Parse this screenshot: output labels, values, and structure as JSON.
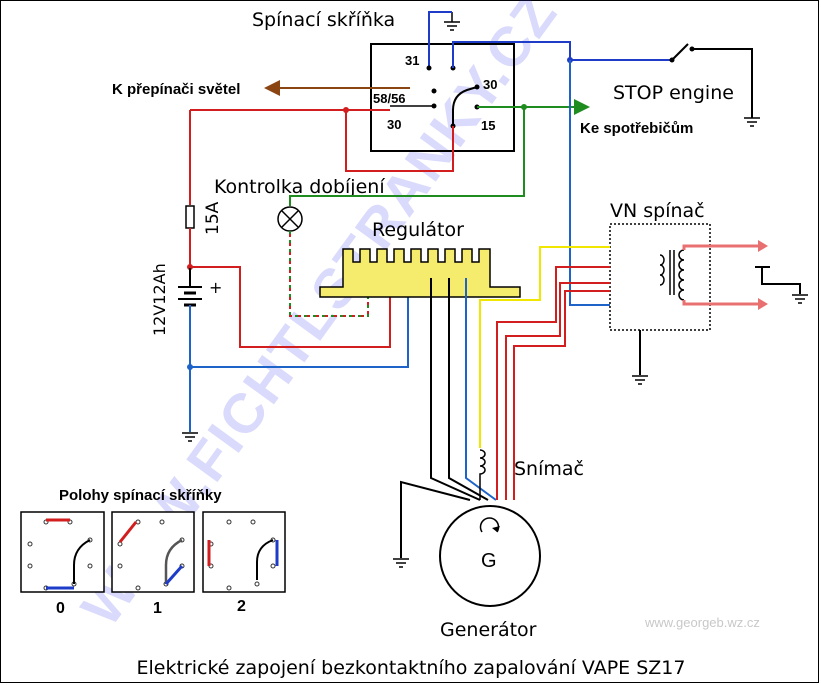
{
  "title": "Elektrické zapojení bezkontaktního zapalování VAPE SZ17",
  "watermark_url": "www.georgeb.wz.cz",
  "watermark_text": "WWW.FICHTLSTRANKY.CZ",
  "switchbox": {
    "title": "Spínací skříňka",
    "terminals": {
      "t31": "31",
      "t30_right": "30",
      "t58": "58/56",
      "t30_left": "30",
      "t15": "15"
    }
  },
  "labels": {
    "k_prepinaci": "K přepínači světel",
    "stop_engine": "STOP engine",
    "ke_spotrebicum": "Ke spotřebičům",
    "kontrolka": "Kontrolka dobíjení",
    "fuse": "15A",
    "battery": "12V12Ah",
    "battery_plus": "+",
    "regulator": "Regulátor",
    "vn_spinac": "VN spínač",
    "snimac": "Snímač",
    "generator_symbol": "G",
    "generator": "Generátor"
  },
  "positions": {
    "title": "Polohy spínací skříňky",
    "items": [
      {
        "label": "0"
      },
      {
        "label": "1"
      },
      {
        "label": "2"
      }
    ]
  },
  "colors": {
    "red": "#d21e1e",
    "blue": "#1e64c8",
    "green": "#1e8c1e",
    "yellow": "#f0e600",
    "brown": "#8b4513",
    "black": "#000000",
    "regulator_fill": "#f5ec6e",
    "plug": "#e87070",
    "watermark": "#3030ee"
  }
}
